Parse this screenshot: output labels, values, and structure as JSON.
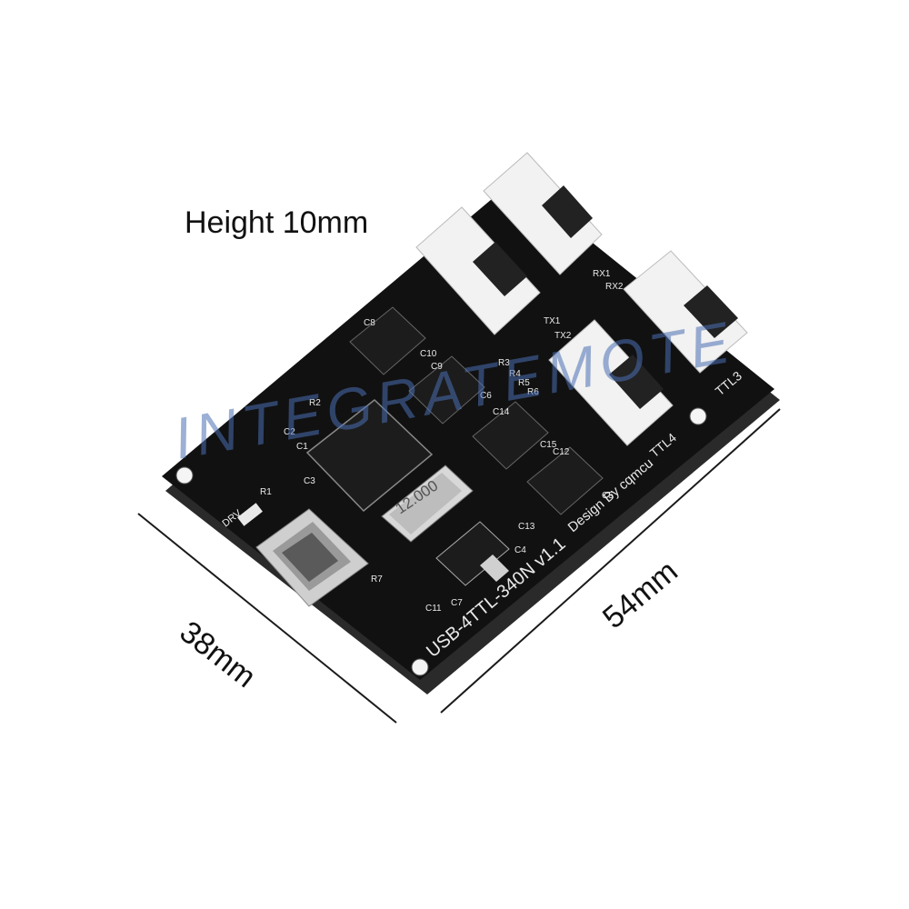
{
  "dimensions": {
    "height": "Height 10mm",
    "width": "38mm",
    "length": "54mm"
  },
  "watermark": "INTEGRATEMOTE",
  "board": {
    "model": "USB-4TTL-340N v1.1",
    "credit": "Design By cqmcu",
    "crystal": "12.000",
    "ports": [
      "TTL3",
      "TTL4"
    ],
    "led_label": "DRV",
    "silkscreen": [
      "C8",
      "C10",
      "C9",
      "C6",
      "C14",
      "C15",
      "C12",
      "C5",
      "C2",
      "C1",
      "C3",
      "R2",
      "R1",
      "R3",
      "R4",
      "R5",
      "R6",
      "C13",
      "C4",
      "C11",
      "C7",
      "TX1",
      "RX1",
      "TX2",
      "RX2",
      "R7"
    ]
  },
  "colors": {
    "pcb": "#111111",
    "connector": "#f2f2f2",
    "dimension_line": "#1a1a1a",
    "watermark": "#4a6fb5"
  }
}
